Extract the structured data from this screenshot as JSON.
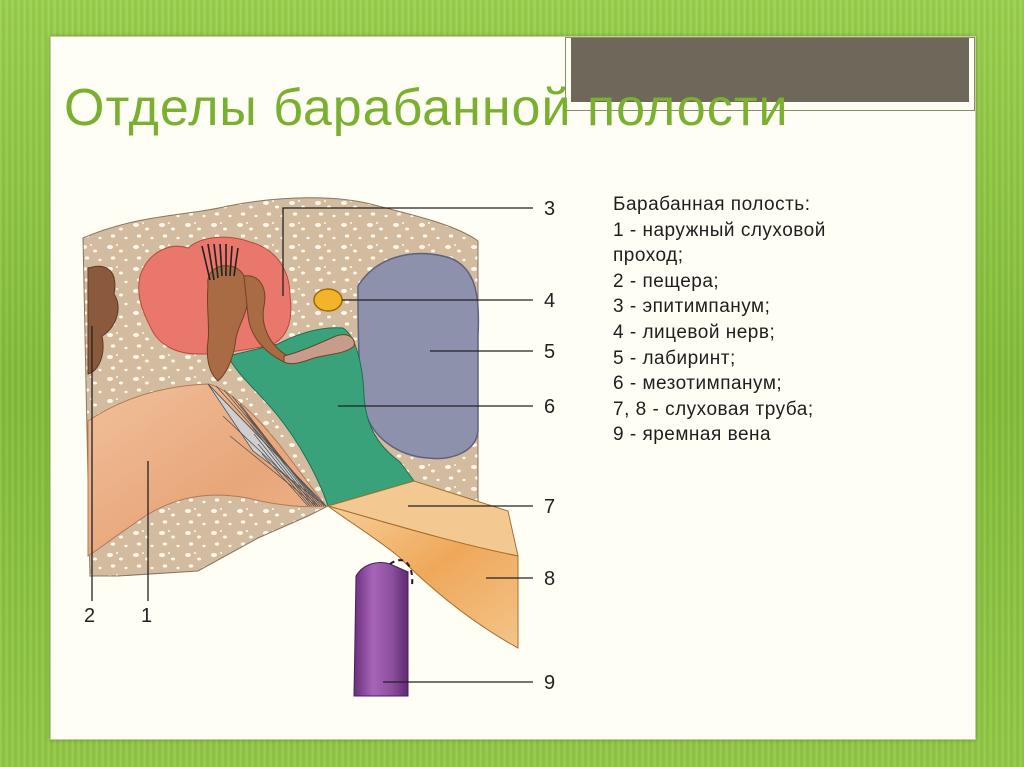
{
  "slide": {
    "title": "Отделы барабанной полости"
  },
  "legend": {
    "heading": "Барабанная полость:",
    "items": [
      "1 - наружный слуховой",
      "проход;",
      "2 - пещера;",
      "3 - эпитимпанум;",
      "4 - лицевой нерв;",
      "5 - лабиринт;",
      "6 - мезотимпанум;",
      "7, 8 - слуховая труба;",
      "9 - яремная вена"
    ]
  },
  "figure": {
    "labels": {
      "l1": "1",
      "l2": "2",
      "l3": "3",
      "l4": "4",
      "l5": "5",
      "l6": "6",
      "l7": "7",
      "l8": "8",
      "l9": "9"
    }
  },
  "colors": {
    "title": "#7ab02f",
    "bone": "#d2bb9e",
    "epitympanum": "#e9776b",
    "mesotympanum": "#3aa27a",
    "labyrinth": "#8e91ac",
    "facial_nerve": "#f3b32a",
    "jugular_vein": "#8c4f9e",
    "canal": "#ebad80",
    "auditory_tube": "#f2b66b"
  }
}
